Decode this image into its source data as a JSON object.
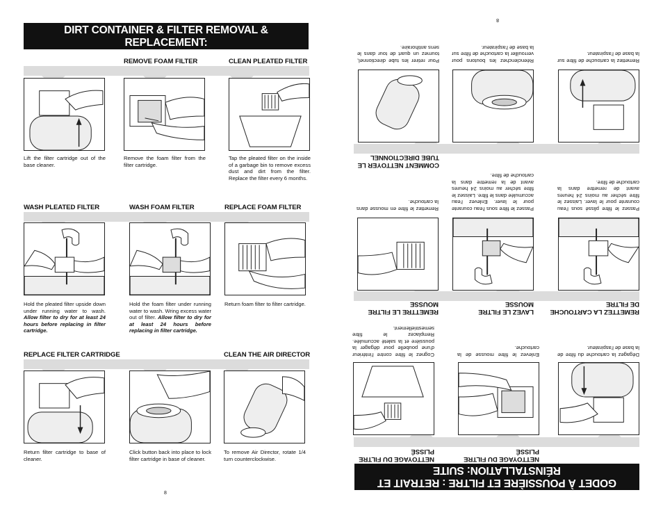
{
  "left_page": {
    "title_line1": "DIRT CONTAINER & FILTER REMOVAL & REPLACEMENT:",
    "title_line2": "CONTINUED",
    "page_number": "8",
    "steps": [
      {
        "label": "",
        "caption": "Lift the filter cartridge out of the base cleaner."
      },
      {
        "label": "REMOVE FOAM FILTER",
        "caption": "Remove the foam filter from the filter cartridge."
      },
      {
        "label": "CLEAN PLEATED FILTER",
        "caption": "Tap the pleated filter on the inside of a garbage bin to remove excess dust and dirt from the filter. Replace the filter every 6 months."
      },
      {
        "label": "WASH PLEATED FILTER",
        "caption_plain": "Hold the pleated filter upside down under running water to wash.",
        "caption_bold": "Allow filter to dry for at least 24 hours before replacing in filter cartridge."
      },
      {
        "label": "WASH FOAM FILTER",
        "caption_plain": "Hold the foam filter under running water to wash. Wring excess water out of filter.",
        "caption_bold": "Allow filter to dry for at least 24 hours before replacing in filter cartridge."
      },
      {
        "label": "REPLACE FOAM FILTER",
        "caption": "Return foam filter to filter cartridge."
      },
      {
        "label": "REPLACE FILTER CARTRIDGE",
        "caption": "Return filter cartridge to base of cleaner."
      },
      {
        "label": "",
        "caption": "Click button back into place to lock filter cartridge in base of cleaner."
      },
      {
        "label": "CLEAN THE AIR DIRECTOR",
        "caption": "To remove Air Director, rotate 1/4 turn counterclockwise."
      }
    ]
  },
  "right_page": {
    "title_line1": "GODET À POUSSIÈRE ET FILTRE : RETRAIT ET",
    "title_line2": "RÉINSTALLATION: SUITE",
    "page_number": "8",
    "steps": [
      {
        "label": "",
        "caption": "Dégagez la cartouche du filtre de la base de l'aspirateur."
      },
      {
        "label": "NETTOYAGE DU FILTRE PLISSÉ",
        "caption": "Enlevez le filtre mousse de la cartouche."
      },
      {
        "label": "NETTOYAGE DU FILTRE PLISSÉ",
        "caption": "Cognez le filtre contre l'intérieur d'une poubelle pour dégager la poussière et la saleté accumulée. Remplacez le filtre semestriellement."
      },
      {
        "label": "REMETTEZ LA CARTOUCHE DE FILTRE",
        "caption": "Passez le filtre plissé sous l'eau courante pour le laver. Laissez le filtre sécher au moins 24 heures avant de remettre dans la cartouche de filtre."
      },
      {
        "label": "LAVEZ LE FILTRE MOUSSE",
        "caption": "Passez le filtre sous l'eau courante pour le laver. Enlevez l'eau accumulée dans le filtre. Laissez le filtre sécher au moins 24 heures avant de la remettre dans la cartouche de filtre."
      },
      {
        "label": "REMETTRE LE FILTRE MOUSSE",
        "caption": "Remettez le filtre en mousse dans la cartouche."
      },
      {
        "label": "",
        "caption": "Remettez la cartouche de filtre sur la base de l'aspirateur."
      },
      {
        "label": "",
        "caption": "Réenclenchez les boutons pour verrouiller la cartouche de filtre sur la base de l'aspirateur."
      },
      {
        "label": "COMMENT NETTOYER LE TUBE DIRECTIONNEL",
        "caption": "Pour retirer les tube directionnel, tournez un quart de tour dans le sens antihoraire."
      }
    ]
  }
}
